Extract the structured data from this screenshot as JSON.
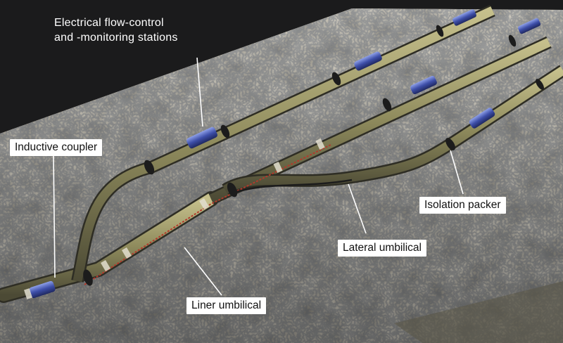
{
  "diagram": {
    "subject": "multilateral well completion with electrical flow-control and monitoring",
    "labels": {
      "stations_line1": "Electrical flow-control",
      "stations_line2": "and -monitoring stations",
      "inductive_coupler": "Inductive coupler",
      "isolation_packer": "Isolation packer",
      "lateral_umbilical": "Lateral umbilical",
      "liner_umbilical": "Liner umbilical"
    },
    "colors": {
      "sky": "#1b1b1c",
      "rock": "#8c8574",
      "rock_dark": "#4e5158",
      "tube": "#9a9567",
      "tube_edge": "#3a3a2e",
      "station": "#3f4fa6",
      "packer": "#1c1c1c",
      "umbilical_red": "#b23a2c"
    }
  }
}
